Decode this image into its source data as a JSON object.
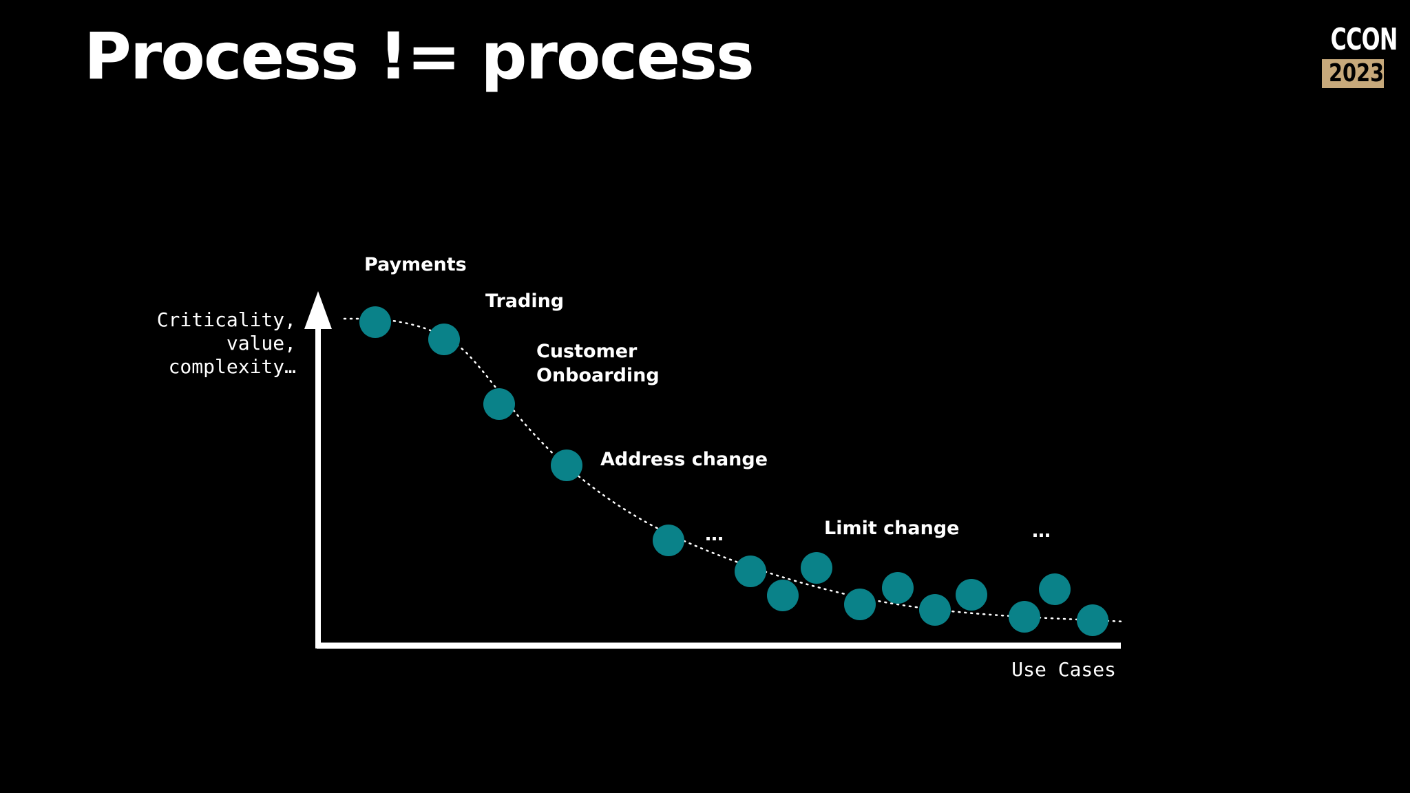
{
  "slide": {
    "title": "Process != process",
    "logo": {
      "top": "CCON",
      "bottom": "2023"
    }
  },
  "diagram": {
    "y_axis_label": [
      "Criticality,",
      "value,",
      "complexity…"
    ],
    "x_axis_label": "Use Cases",
    "point_color": "#0a8289",
    "axis_color": "#ffffff",
    "labels": {
      "payments": "Payments",
      "trading": "Trading",
      "customer_onboarding": [
        "Customer",
        "Onboarding"
      ],
      "address_change": "Address change",
      "ellipsis_1": "…",
      "limit_change": "Limit change",
      "ellipsis_2": "…"
    }
  }
}
